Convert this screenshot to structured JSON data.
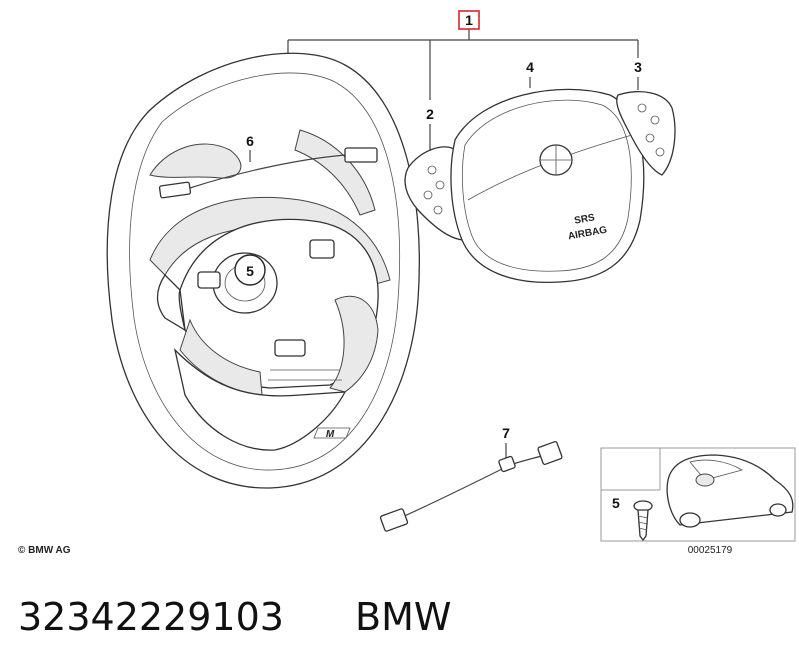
{
  "callouts": {
    "assembly": "1",
    "left_switch": "2",
    "right_switch": "3",
    "airbag": "4",
    "screw_wheel": "5",
    "cable": "6",
    "adapter_lead": "7",
    "screw_inset": "5"
  },
  "airbag_text": {
    "line1": "SRS",
    "line2": "AIRBAG"
  },
  "wheel_badge": "M",
  "copyright": "© BMW AG",
  "diagram_number": "00025179",
  "part_number": "32342229103",
  "brand": "BMW",
  "colors": {
    "highlight_box": "#d9262b",
    "line": "#444444"
  }
}
